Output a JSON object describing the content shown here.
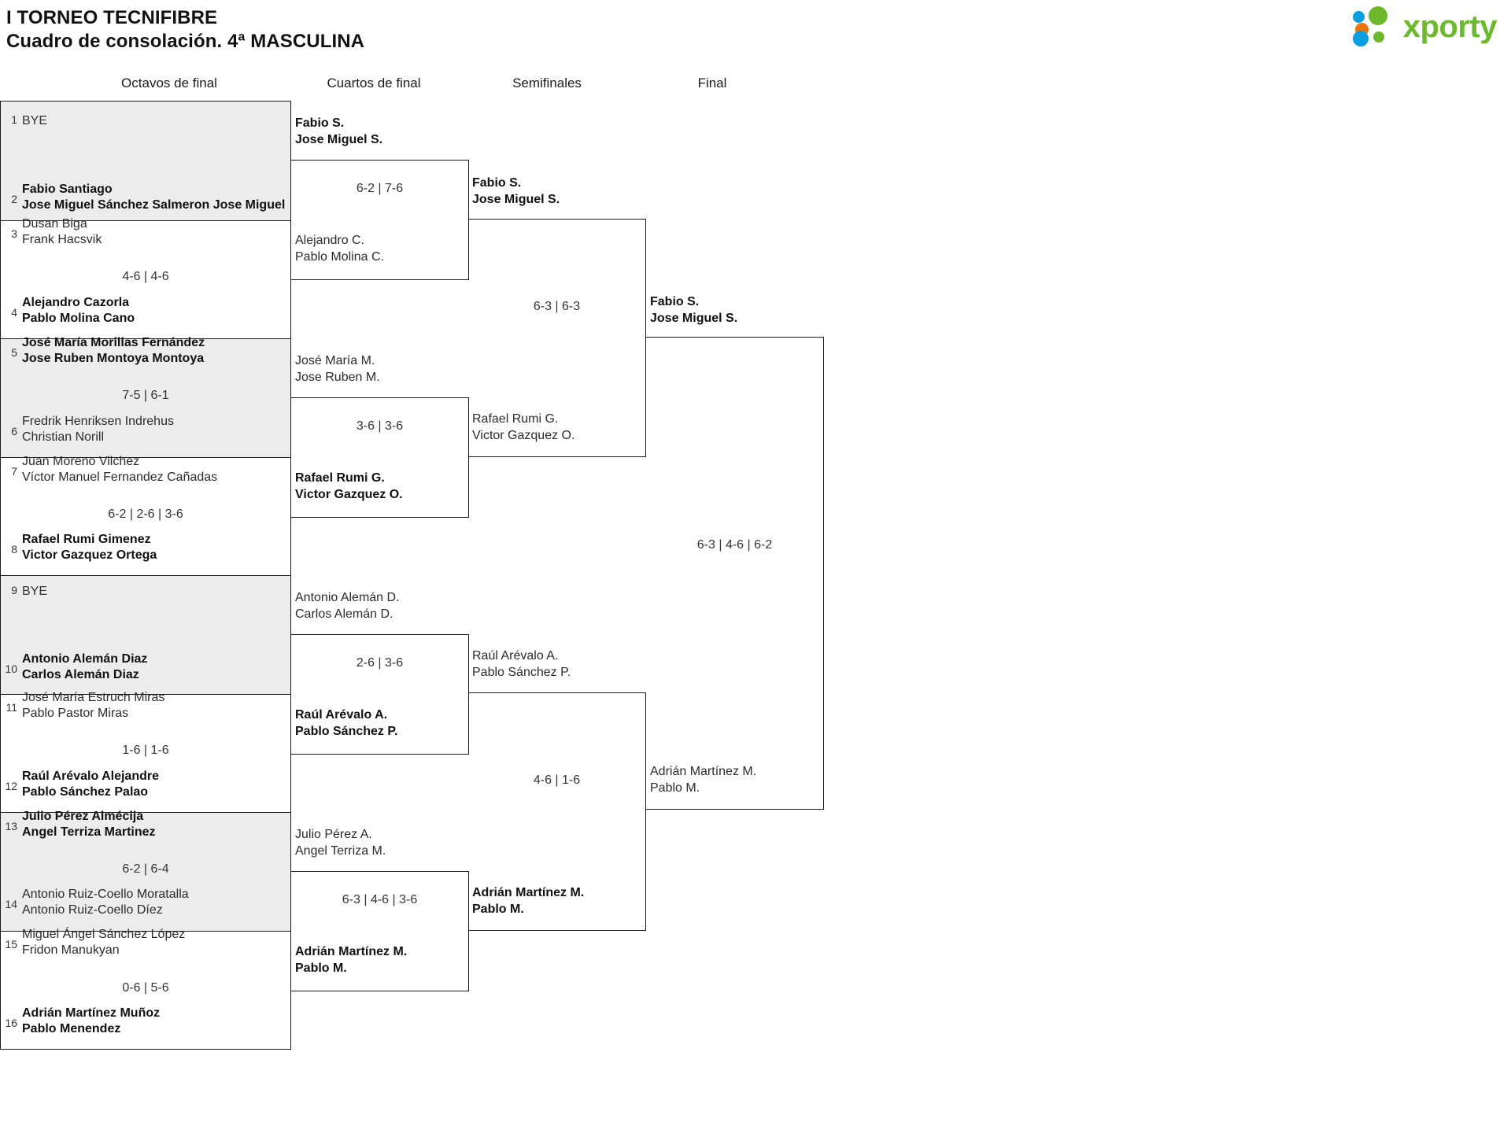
{
  "header": {
    "tournament": "I TORNEO TECNIFIBRE",
    "subtitle": "Cuadro de consolación. 4ª MASCULINA",
    "logo_text": "xporty",
    "logo_colors": {
      "blue": "#0a9de0",
      "orange": "#e8740c",
      "green": "#6cb92e"
    }
  },
  "rounds": [
    {
      "label": "Octavos de final"
    },
    {
      "label": "Cuartos de final"
    },
    {
      "label": "Semifinales"
    },
    {
      "label": "Final"
    }
  ],
  "round1": {
    "matches": [
      {
        "top": {
          "seed": "1",
          "line1": "BYE",
          "line2": "",
          "winner": false,
          "bye": true
        },
        "bottom": {
          "seed": "2",
          "line1": "Fabio Santiago",
          "line2": "Jose Miguel Sánchez Salmeron Jose Miguel",
          "winner": true
        },
        "score": "",
        "shaded": true
      },
      {
        "top": {
          "seed": "3",
          "line1": "Dusan Biga",
          "line2": "Frank Hacsvik",
          "winner": false
        },
        "bottom": {
          "seed": "4",
          "line1": "Alejandro Cazorla",
          "line2": "Pablo Molina Cano",
          "winner": true
        },
        "score": "4-6 | 4-6",
        "shaded": false
      },
      {
        "top": {
          "seed": "5",
          "line1": "José María Morillas Fernández",
          "line2": "Jose Ruben Montoya Montoya",
          "winner": true
        },
        "bottom": {
          "seed": "6",
          "line1": "Fredrik Henriksen Indrehus",
          "line2": "Christian Norill",
          "winner": false
        },
        "score": "7-5 | 6-1",
        "shaded": true
      },
      {
        "top": {
          "seed": "7",
          "line1": "Juan Moreno Vilchez",
          "line2": "Víctor Manuel Fernandez Cañadas",
          "winner": false
        },
        "bottom": {
          "seed": "8",
          "line1": "Rafael Rumi Gimenez",
          "line2": "Victor Gazquez Ortega",
          "winner": true
        },
        "score": "6-2 | 2-6 | 3-6",
        "shaded": false
      },
      {
        "top": {
          "seed": "9",
          "line1": "BYE",
          "line2": "",
          "winner": false,
          "bye": true
        },
        "bottom": {
          "seed": "10",
          "line1": "Antonio Alemán Diaz",
          "line2": "Carlos Alemán Diaz",
          "winner": true
        },
        "score": "",
        "shaded": true
      },
      {
        "top": {
          "seed": "11",
          "line1": "José María Estruch Miras",
          "line2": "Pablo Pastor Miras",
          "winner": false
        },
        "bottom": {
          "seed": "12",
          "line1": "Raúl Arévalo Alejandre",
          "line2": "Pablo Sánchez Palao",
          "winner": true
        },
        "score": "1-6 | 1-6",
        "shaded": false
      },
      {
        "top": {
          "seed": "13",
          "line1": "Julio Pérez Almécija",
          "line2": "Angel Terriza Martinez",
          "winner": true
        },
        "bottom": {
          "seed": "14",
          "line1": "Antonio Ruiz-Coello Moratalla",
          "line2": "Antonio Ruiz-Coello Díez",
          "winner": false
        },
        "score": "6-2 | 6-4",
        "shaded": true
      },
      {
        "top": {
          "seed": "15",
          "line1": "Miguel Ángel Sánchez López",
          "line2": "Fridon Manukyan",
          "winner": false
        },
        "bottom": {
          "seed": "16",
          "line1": "Adrián Martínez Muñoz",
          "line2": "Pablo Menendez",
          "winner": true
        },
        "score": "0-6 | 5-6",
        "shaded": false
      }
    ]
  },
  "round2": {
    "matches": [
      {
        "top": {
          "line1": "Fabio S.",
          "line2": "Jose Miguel S.",
          "winner": true
        },
        "bottom": {
          "line1": "Alejandro C.",
          "line2": "Pablo Molina C.",
          "winner": false
        },
        "score": "6-2 | 7-6"
      },
      {
        "top": {
          "line1": "José María M.",
          "line2": "Jose Ruben M.",
          "winner": false
        },
        "bottom": {
          "line1": "Rafael Rumi G.",
          "line2": "Victor Gazquez O.",
          "winner": true
        },
        "score": "3-6 | 3-6"
      },
      {
        "top": {
          "line1": "Antonio Alemán D.",
          "line2": "Carlos Alemán D.",
          "winner": false
        },
        "bottom": {
          "line1": "Raúl Arévalo A.",
          "line2": "Pablo Sánchez P.",
          "winner": true
        },
        "score": "2-6 | 3-6"
      },
      {
        "top": {
          "line1": "Julio Pérez A.",
          "line2": "Angel Terriza M.",
          "winner": false
        },
        "bottom": {
          "line1": "Adrián Martínez M.",
          "line2": "Pablo M.",
          "winner": true
        },
        "score": "6-3 | 4-6 | 3-6"
      }
    ]
  },
  "round3": {
    "matches": [
      {
        "top": {
          "line1": "Fabio S.",
          "line2": "Jose Miguel S.",
          "winner": true
        },
        "bottom": {
          "line1": "Rafael Rumi G.",
          "line2": "Victor Gazquez O.",
          "winner": false
        },
        "score": "6-3 | 6-3"
      },
      {
        "top": {
          "line1": "Raúl Arévalo A.",
          "line2": "Pablo Sánchez P.",
          "winner": false
        },
        "bottom": {
          "line1": "Adrián Martínez M.",
          "line2": "Pablo M.",
          "winner": true
        },
        "score": "4-6 | 1-6"
      }
    ]
  },
  "round4": {
    "matches": [
      {
        "top": {
          "line1": "Fabio S.",
          "line2": "Jose Miguel S.",
          "winner": true
        },
        "bottom": {
          "line1": "Adrián Martínez M.",
          "line2": "Pablo M.",
          "winner": false
        },
        "score": "6-3 | 4-6 | 6-2"
      }
    ]
  }
}
